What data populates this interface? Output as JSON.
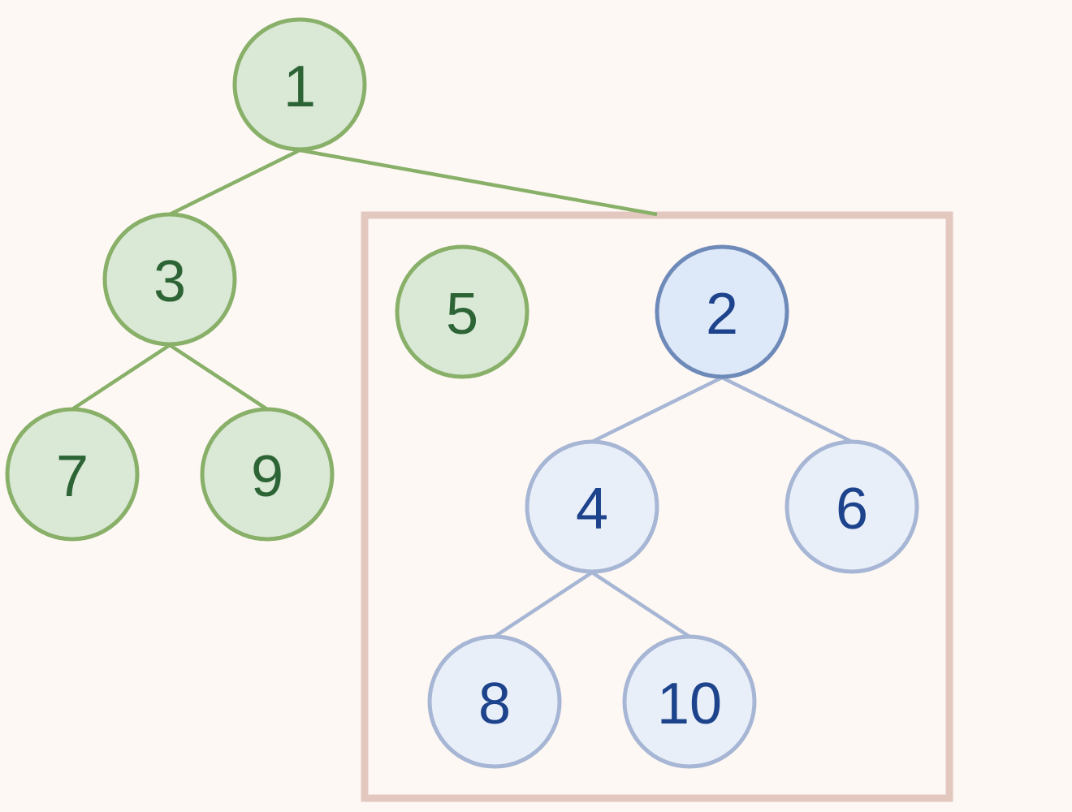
{
  "colors": {
    "background": "#fef8f4",
    "green_fill": "#dae8d6",
    "green_stroke": "#88b069",
    "green_text": "#2d6436",
    "blue_root_fill": "#dde8f8",
    "blue_root_stroke": "#6e8ab9",
    "blue_fill": "#e9eff9",
    "blue_stroke": "#a6b6d4",
    "blue_text": "#1d438c",
    "box_stroke": "#e3c8c0"
  },
  "nodes": [
    {
      "id": "n1",
      "label": "1",
      "group": "green"
    },
    {
      "id": "n3",
      "label": "3",
      "group": "green"
    },
    {
      "id": "n7",
      "label": "7",
      "group": "green"
    },
    {
      "id": "n9",
      "label": "9",
      "group": "green"
    },
    {
      "id": "n5",
      "label": "5",
      "group": "green"
    },
    {
      "id": "n2",
      "label": "2",
      "group": "blue-root"
    },
    {
      "id": "n4",
      "label": "4",
      "group": "blue"
    },
    {
      "id": "n6",
      "label": "6",
      "group": "blue"
    },
    {
      "id": "n8",
      "label": "8",
      "group": "blue"
    },
    {
      "id": "n10",
      "label": "10",
      "group": "blue"
    }
  ],
  "edges": [
    {
      "from": "n1",
      "to": "n3",
      "group": "green"
    },
    {
      "from": "n1",
      "to": "subtree-box",
      "group": "green"
    },
    {
      "from": "n3",
      "to": "n7",
      "group": "green"
    },
    {
      "from": "n3",
      "to": "n9",
      "group": "green"
    },
    {
      "from": "n2",
      "to": "n4",
      "group": "blue"
    },
    {
      "from": "n2",
      "to": "n6",
      "group": "blue"
    },
    {
      "from": "n4",
      "to": "n8",
      "group": "blue"
    },
    {
      "from": "n4",
      "to": "n10",
      "group": "blue"
    }
  ]
}
